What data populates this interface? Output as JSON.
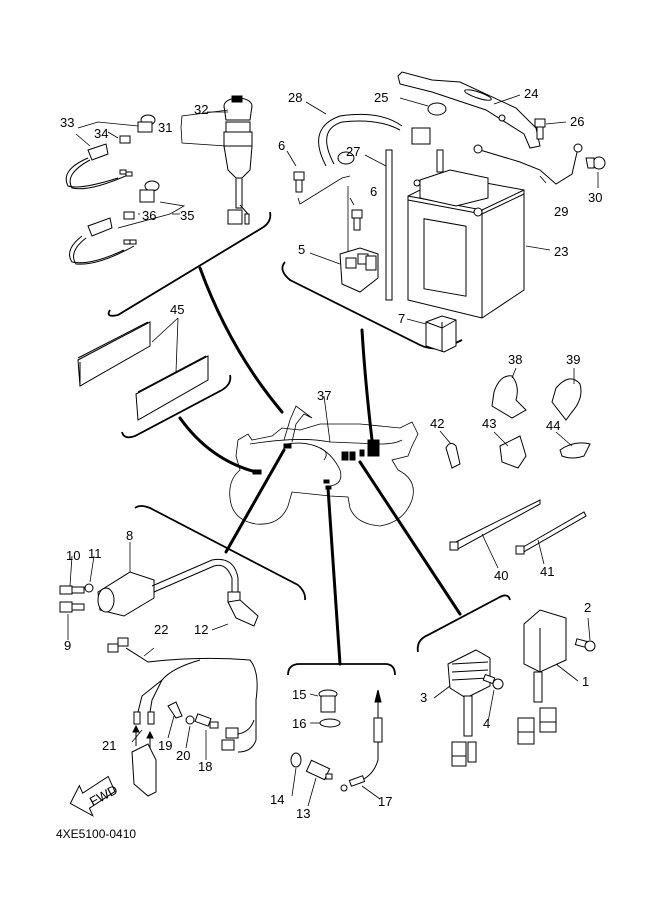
{
  "diagram": {
    "title_code": "4XE5100-0410",
    "direction_badge": "FWD",
    "part_numbers": {
      "p1": "1",
      "p2": "2",
      "p3": "3",
      "p4": "4",
      "p5": "5",
      "p6a": "6",
      "p6b": "6",
      "p7": "7",
      "p8": "8",
      "p9": "9",
      "p10": "10",
      "p11": "11",
      "p12": "12",
      "p13": "13",
      "p14": "14",
      "p15": "15",
      "p16": "16",
      "p17": "17",
      "p18": "18",
      "p19": "19",
      "p20": "20",
      "p21": "21",
      "p22": "22",
      "p23": "23",
      "p24": "24",
      "p25": "25",
      "p26": "26",
      "p27": "27",
      "p28": "28",
      "p29": "29",
      "p30": "30",
      "p31": "31",
      "p32": "32",
      "p33": "33",
      "p34": "34",
      "p35": "35",
      "p36": "36",
      "p37": "37",
      "p38": "38",
      "p39": "39",
      "p40": "40",
      "p41": "41",
      "p42": "42",
      "p43": "43",
      "p44": "44",
      "p45": "45"
    },
    "groups": [
      {
        "name": "main-switch-group",
        "parts": [
          "31",
          "32",
          "33",
          "34",
          "35",
          "36"
        ]
      },
      {
        "name": "battery-group",
        "parts": [
          "5",
          "6",
          "7",
          "23",
          "24",
          "25",
          "26",
          "27",
          "28",
          "29",
          "30"
        ]
      },
      {
        "name": "fuse-group",
        "parts": [
          "45"
        ]
      },
      {
        "name": "ignition-coil-group",
        "parts": [
          "8",
          "9",
          "10",
          "11",
          "12"
        ]
      },
      {
        "name": "sensor-group",
        "parts": [
          "13",
          "14",
          "15",
          "16",
          "17"
        ]
      },
      {
        "name": "rectifier-cdi-group",
        "parts": [
          "1",
          "2",
          "3",
          "4"
        ]
      },
      {
        "name": "clamps-bands",
        "parts": [
          "38",
          "39",
          "40",
          "41",
          "42",
          "43",
          "44"
        ]
      },
      {
        "name": "wiring-group",
        "parts": [
          "18",
          "19",
          "20",
          "21",
          "22",
          "37"
        ]
      }
    ]
  }
}
